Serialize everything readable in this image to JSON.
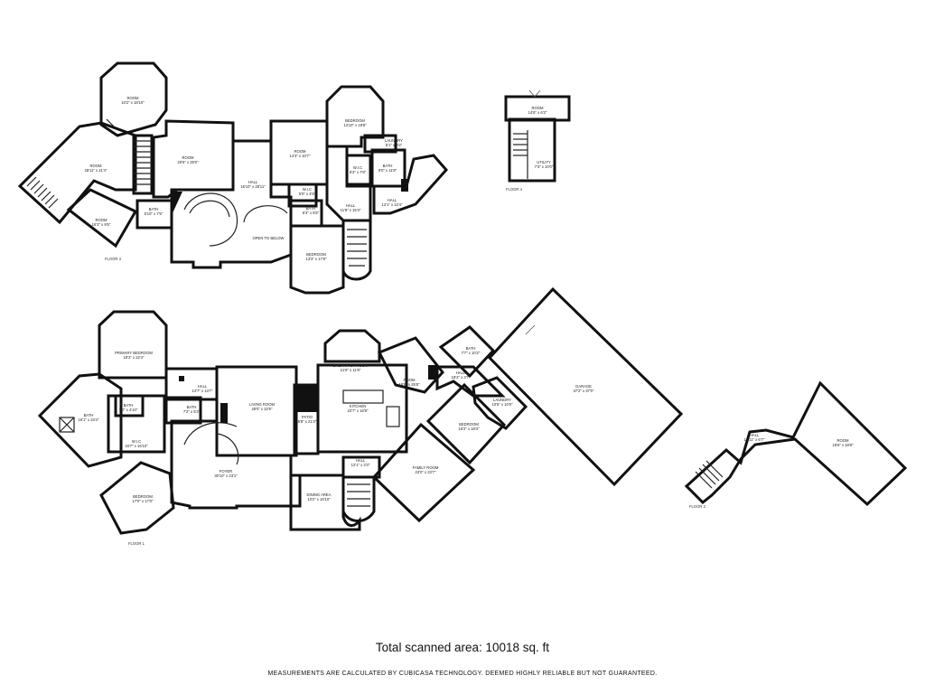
{
  "floors": [
    {
      "label": "FLOOR 3",
      "rooms": [
        {
          "name": "ROOM",
          "dims": "10'2\" x 18'10\""
        },
        {
          "name": "ROOM",
          "dims": "28'11\" x 21'4\""
        },
        {
          "name": "ROOM",
          "dims": "20'6\" x 29'0\""
        },
        {
          "name": "ROOM",
          "dims": "16'3\" x 9'5\""
        },
        {
          "name": "BATH",
          "dims": "5'10\" x 7'5\""
        },
        {
          "name": "HALL",
          "dims": "16'10\" x 28'11\""
        },
        {
          "name": "OPEN TO BELOW",
          "dims": ""
        },
        {
          "name": "ROOM",
          "dims": "14'3\" x 10'7\""
        },
        {
          "name": "BEDROOM",
          "dims": "13'10\" x 18'8\""
        },
        {
          "name": "LAUNDRY",
          "dims": "5'1\" x 9'2\""
        },
        {
          "name": "BATH",
          "dims": "9'0\" x 11'8\""
        },
        {
          "name": "W.I.C",
          "dims": "6'3\" x 7'6\""
        },
        {
          "name": "W.I.C",
          "dims": "5'0\" x 4'5\""
        },
        {
          "name": "BATH",
          "dims": "6'3\" x 5'5\""
        },
        {
          "name": "HALL",
          "dims": "11'8\" x 15'4\""
        },
        {
          "name": "HALL",
          "dims": "12'1\" x 12'4\""
        },
        {
          "name": "BEDROOM",
          "dims": "13'3\" x 17'8\""
        }
      ]
    },
    {
      "label": "FLOOR 4",
      "rooms": [
        {
          "name": "ROOM",
          "dims": "14'6\" x 6'2\""
        },
        {
          "name": "UTILITY",
          "dims": "7'3\" x 10'0\""
        }
      ]
    },
    {
      "label": "FLOOR 1",
      "rooms": [
        {
          "name": "PRIMARY BEDROOM",
          "dims": "18'2\" x 22'4\""
        },
        {
          "name": "HALL",
          "dims": "14'7\" x 13'7\""
        },
        {
          "name": "LIVING ROOM",
          "dims": "26'0\" x 22'6\""
        },
        {
          "name": "BATH",
          "dims": "16'1\" x 23'4\""
        },
        {
          "name": "BATH",
          "dims": "7'0\" x 4'10\""
        },
        {
          "name": "BATH",
          "dims": "7'2\" x 5'3\""
        },
        {
          "name": "W.I.C",
          "dims": "16'7\" x 16'10\""
        },
        {
          "name": "FOYER",
          "dims": "30'10\" x 23'1\""
        },
        {
          "name": "BEDROOM",
          "dims": "17'0\" x 17'0\""
        },
        {
          "name": "BREAKFAST ROOM",
          "dims": "21'8\" x 11'8\""
        },
        {
          "name": "KITCHEN",
          "dims": "22'7\" x 16'8\""
        },
        {
          "name": "PATIO",
          "dims": "8'8\" x 21'4\""
        },
        {
          "name": "ROOM",
          "dims": "18'6\" x 25'8\""
        },
        {
          "name": "BATH",
          "dims": "7'7\" x 10'2\""
        },
        {
          "name": "HALL",
          "dims": "18'2\" x 3'7\""
        },
        {
          "name": "LAUNDRY",
          "dims": "10'5\" x 10'6\""
        },
        {
          "name": "BEDROOM",
          "dims": "16'2\" x 18'3\""
        },
        {
          "name": "HALL",
          "dims": "12'1\" x 3'3\""
        },
        {
          "name": "FAMILY ROOM",
          "dims": "23'0\" x 23'7\""
        },
        {
          "name": "DINING AREA",
          "dims": "13'2\" x 19'10\""
        },
        {
          "name": "GARAGE",
          "dims": "37'2\" x 37'0\""
        }
      ]
    },
    {
      "label": "FLOOR 2",
      "rooms": [
        {
          "name": "HALL",
          "dims": "16'11\" x 6'7\""
        },
        {
          "name": "ROOM",
          "dims": "18'6\" x 18'8\""
        }
      ]
    }
  ],
  "footer": {
    "total": "Total scanned area: 10018 sq. ft",
    "disclaimer": "MEASUREMENTS ARE CALCULATED BY CUBICASA TECHNOLOGY. DEEMED HIGHLY RELIABLE BUT NOT GUARANTEED."
  }
}
